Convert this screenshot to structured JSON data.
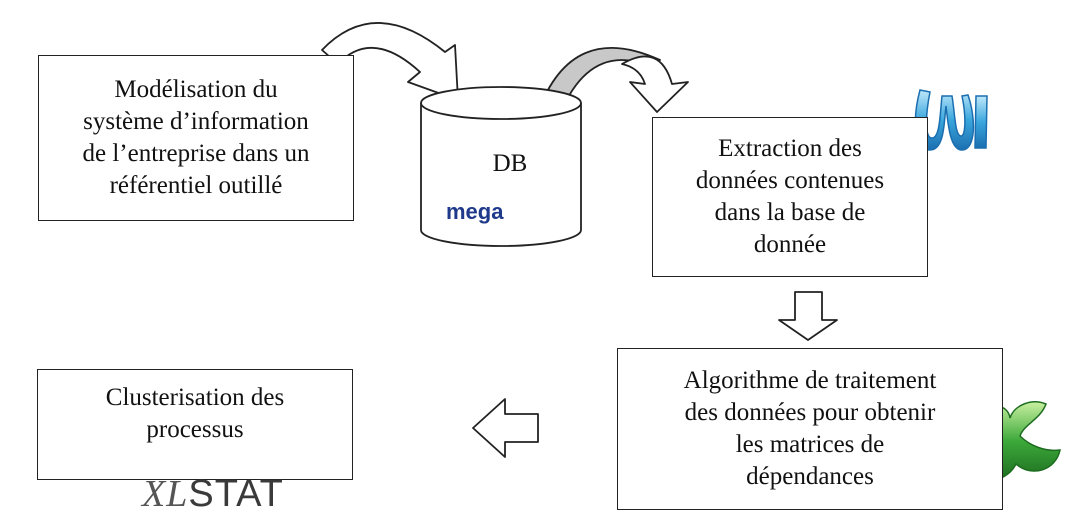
{
  "boxes": {
    "modelisation": [
      "Modélisation du",
      "système d’information",
      "de l’entreprise dans un",
      "référentiel outillé"
    ],
    "extraction": [
      "Extraction des",
      "données contenues",
      "dans la base de",
      "donnée"
    ],
    "algorithme": [
      "Algorithme de traitement",
      "des données pour obtenir",
      "les matrices de",
      "dépendances"
    ],
    "clusterisation": [
      "Clusterisation des",
      "processus"
    ]
  },
  "database": {
    "label": "DB",
    "logo_text": "mega"
  },
  "logos": {
    "xlstat_prefix": "XL",
    "xlstat_suffix": "STAT",
    "word_icon": "ms-word-logo-icon",
    "excel_icon": "ms-excel-logo-icon"
  },
  "colors": {
    "mega_blue": "#1f3a8a",
    "mega_ring": "#c9a227",
    "word_blue": "#3aa6dd",
    "excel_green": "#3ca83a",
    "gray_arrow": "#c8c8c8"
  }
}
